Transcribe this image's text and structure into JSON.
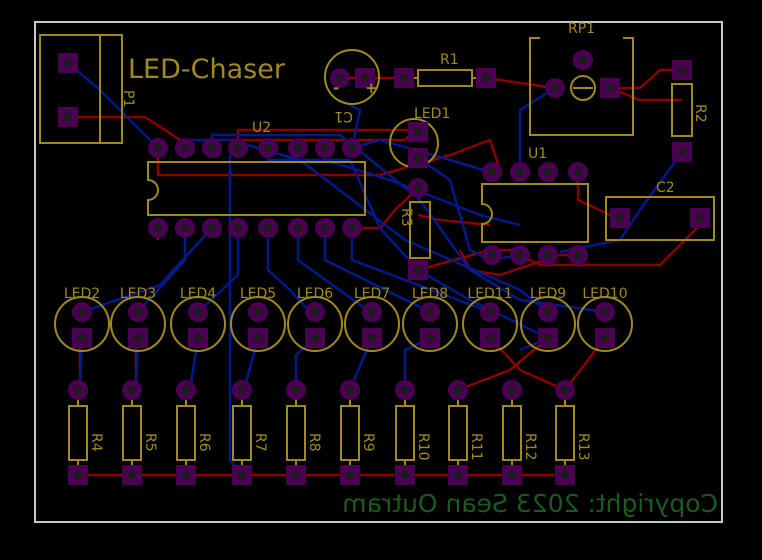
{
  "board": {
    "title": "LED-Chaser",
    "copyright": "Copyright: 2023 Sean Outram",
    "colors": {
      "background": "#000000",
      "outline": "#c8c8c8",
      "silkscreen": "#a08a1e",
      "pad": "#4a0050",
      "pad_hole": "#1c1c1c",
      "trace_top": "#8a0000",
      "trace_bottom": "#001a8c",
      "copyright_text": "#1e5a1e"
    }
  },
  "labels": {
    "p1": "P1",
    "u2": "U2",
    "u1": "U1",
    "c1": "C1",
    "c1_plus": "+",
    "c1_minus": "-",
    "c2": "C2",
    "r1": "R1",
    "r2": "R2",
    "r3": "R3",
    "rp1": "RP1",
    "led1": "LED1"
  },
  "led_row": [
    "LED2",
    "LED3",
    "LED4",
    "LED5",
    "LED6",
    "LED7",
    "LED8",
    "LED11",
    "LED9",
    "LED10"
  ],
  "resistor_row": [
    "R4",
    "R5",
    "R6",
    "R7",
    "R8",
    "R9",
    "R10",
    "R11",
    "R12",
    "R13"
  ]
}
